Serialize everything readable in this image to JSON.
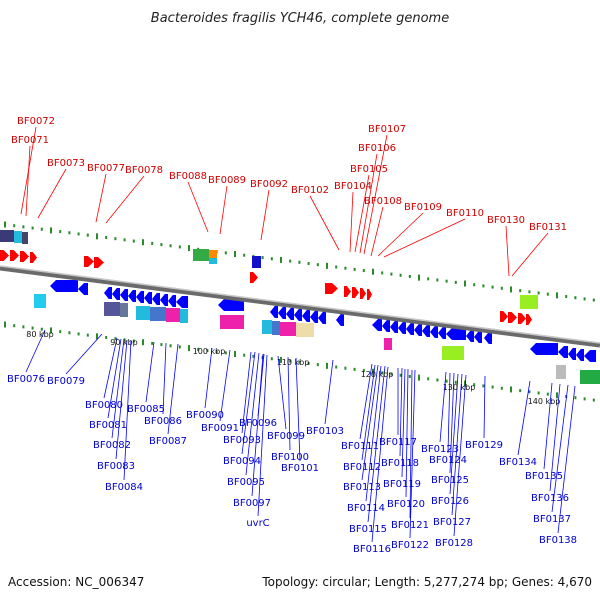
{
  "header": {
    "title": "Bacteroides fragilis YCH46, complete genome"
  },
  "footer": {
    "accession": "Accession: NC_006347",
    "summary": "Topology: circular; Length: 5,277,274 bp; Genes: 4,670"
  },
  "colors": {
    "forward": "#ff0000",
    "reverse": "#0000ff",
    "backbone": "#888888",
    "tick": "#2a8a2a"
  },
  "ruler": [
    "80 kbp",
    "90 kbp",
    "100 kbp",
    "110 kbp",
    "120 kbp",
    "130 kbp",
    "140 kbp"
  ],
  "genes_top": [
    "BF0072",
    "BF0071",
    "BF0073",
    "BF0077",
    "BF0078",
    "BF0088",
    "BF0089",
    "BF0092",
    "BF0102",
    "BF0104",
    "BF0105",
    "BF0106",
    "BF0107",
    "BF0108",
    "BF0109",
    "BF0110",
    "BF0130",
    "BF0131"
  ],
  "genes_bottom": [
    "BF0076",
    "BF0079",
    "BF0080",
    "BF0081",
    "BF0082",
    "BF0083",
    "BF0084",
    "BF0085",
    "BF0086",
    "BF0087",
    "BF0090",
    "BF0091",
    "BF0093",
    "BF0094",
    "BF0095",
    "BF0096",
    "BF0097",
    "uvrC",
    "BF0099",
    "BF0100",
    "BF0101",
    "BF0103",
    "BF0111",
    "BF0112",
    "BF0113",
    "BF0114",
    "BF0115",
    "BF0116",
    "BF0117",
    "BF0118",
    "BF0119",
    "BF0120",
    "BF0121",
    "BF0122",
    "BF0123",
    "BF0124",
    "BF0125",
    "BF0126",
    "BF0127",
    "BF0128",
    "BF0129",
    "BF0134",
    "BF0135",
    "BF0136",
    "BF0137",
    "BF0138"
  ]
}
